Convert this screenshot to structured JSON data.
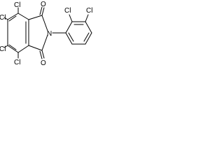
{
  "structure": {
    "atoms": {
      "cl_ring_top": "Cl",
      "cl_ring_upper_left": "Cl",
      "cl_ring_lower_left": "Cl",
      "cl_ring_bottom": "Cl",
      "o_top": "O",
      "o_bottom": "O",
      "n_imide": "N",
      "cl_phenyl_ortho": "Cl",
      "cl_phenyl_meta": "Cl"
    }
  },
  "colors": {
    "bond": "#000000",
    "label": "#000000",
    "background": "#ffffff"
  }
}
